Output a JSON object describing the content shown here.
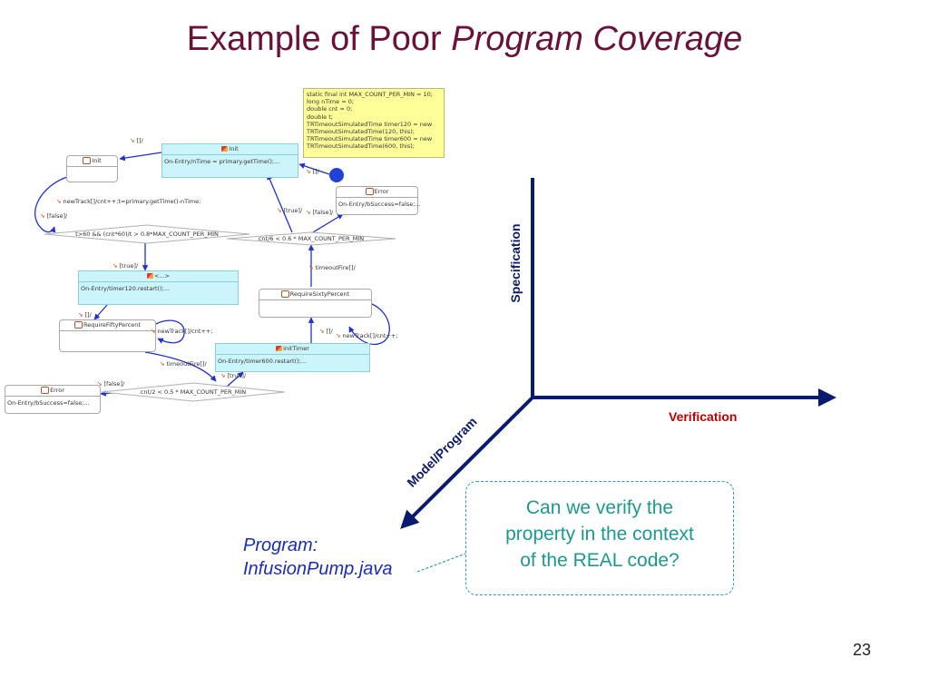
{
  "slide": {
    "title_prefix": "Example of Poor ",
    "title_emph": "Program Coverage",
    "page_number": "23"
  },
  "axes": {
    "specification": "Specification",
    "verification": "Verification",
    "model_program": "Model/Program"
  },
  "callout": {
    "line1": "Can we verify the",
    "line2": "property in the context",
    "line3": "of the REAL code?"
  },
  "program": {
    "line1": "Program:",
    "line2": "InfusionPump.java"
  },
  "statechart": {
    "note_lines": [
      "static final int MAX_COUNT_PER_MIN = 10;",
      "long nTime = 0;",
      "double cnt = 0;",
      "double t;",
      "TRTimeoutSimulatedTime timer120 = new",
      "TRTimeoutSimulatedTime(120, this);",
      "TRTimeoutSimulatedTime timer600 = new",
      "TRTimeoutSimulatedTime(600, this);"
    ],
    "states": {
      "init_left": {
        "name": "Init"
      },
      "init_top": {
        "name": "Init",
        "body": "On-Entry/nTime = primary.getTime();..."
      },
      "error_right": {
        "name": "Error",
        "body": "On-Entry/bSuccess=false;..."
      },
      "anon": {
        "name": "<...>",
        "body": "On-Entry/timer120.restart();..."
      },
      "require_sixty": {
        "name": "RequireSixtyPercent"
      },
      "require_fifty": {
        "name": "RequireFiftyPercent"
      },
      "init_timer": {
        "name": "initTimer",
        "body": "On-Entry/timer600.restart();..."
      },
      "error_left": {
        "name": "Error",
        "body": "On-Entry/bSuccess=false;..."
      }
    },
    "decisions": {
      "d1": "t>60 && (cnt*60)/t > 0.8*MAX_COUNT_PER_MIN",
      "d2": "cnt/6 < 0.6 * MAX_COUNT_PER_MIN",
      "d3": "cnt/2 < 0.5 * MAX_COUNT_PER_MIN"
    },
    "transitions": {
      "t_top": "[]/",
      "t_note": "[]/",
      "t_newtrack1": "newTrack[]/cnt++;t=primary.getTime()-nTime;",
      "t_false1": "[false]/",
      "t_true_mid": "[true]/",
      "t_false_mid": "[false]/",
      "t_true1": "[true]/",
      "t_timeout1": "timeoutFire[]/",
      "t_empty2": "[]/",
      "t_empty3": "[]/",
      "t_newtrack2": "newTrack[]/cnt++;",
      "t_newtrack3": "newTrack[]/cnt++;",
      "t_timeout2": "timeoutFire[]/",
      "t_true2": "[true]/",
      "t_false2": "[false]/"
    }
  },
  "colors": {
    "title": "#6b1038",
    "axis": "#0a1a6e",
    "verification": "#c00000",
    "callout": "#1a9a8f",
    "program": "#1a2bc0",
    "transition": "#1f2fd4"
  }
}
